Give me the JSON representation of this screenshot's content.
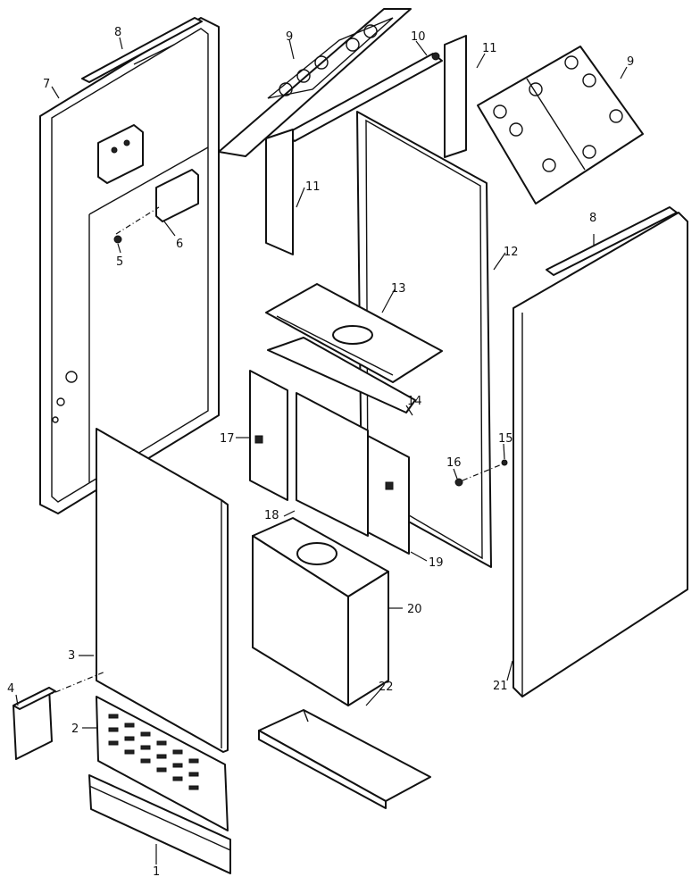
{
  "diagram": {
    "callouts": {
      "c1": "1",
      "c2": "2",
      "c3": "3",
      "c4": "4",
      "c5": "5",
      "c6": "6",
      "c7": "7",
      "c8a": "8",
      "c8b": "8",
      "c9a": "9",
      "c9b": "9",
      "c10": "10",
      "c11a": "11",
      "c11b": "11",
      "c12": "12",
      "c13": "13",
      "c14": "14",
      "c15": "15",
      "c16": "16",
      "c17": "17",
      "c18": "18",
      "c19": "19",
      "c20": "20",
      "c21": "21",
      "c22": "22"
    }
  }
}
